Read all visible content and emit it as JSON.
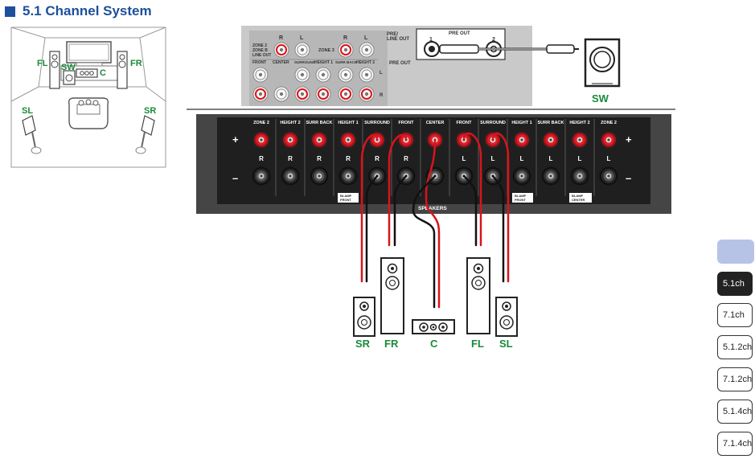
{
  "title": "5.1 Channel System",
  "colors": {
    "accent": "#1d4f9c",
    "speaker_label": "#1a8a3a",
    "red_wire": "#d8141c"
  },
  "room": {
    "labels": {
      "fl": "FL",
      "fr": "FR",
      "sw": "SW",
      "c": "C",
      "sl": "SL",
      "sr": "SR"
    }
  },
  "top_panel": {
    "zone_label": "ZONE 2\nZONE B\nLINE OUT",
    "zone_lines": [
      "ZONE 2",
      "ZONE B",
      "LINE OUT"
    ],
    "zone3": "ZONE 3",
    "r": "R",
    "l": "L",
    "pre_line_out": [
      "PRE/",
      "LINE OUT"
    ],
    "pre_out_right": "PRE OUT",
    "bottom_labels": [
      "FRONT",
      "CENTER",
      "SURROUND",
      "HEIGHT 1",
      "SURR BACK",
      "HEIGHT 2"
    ],
    "pre_out_box": "PRE OUT",
    "pre_out_nums": [
      "1",
      "2"
    ]
  },
  "subwoofer": {
    "label": "SW"
  },
  "speaker_panel": {
    "headers": [
      "ZONE 2",
      "HEIGHT 2",
      "SURR BACK",
      "HEIGHT 1",
      "SURROUND",
      "FRONT",
      "CENTER",
      "FRONT",
      "SURROUND",
      "HEIGHT 1",
      "SURR BACK",
      "HEIGHT 2",
      "ZONE 2"
    ],
    "channels": [
      "R",
      "R",
      "R",
      "R",
      "R",
      "R",
      "",
      "L",
      "L",
      "L",
      "L",
      "L",
      "L"
    ],
    "plus": "+",
    "minus": "–",
    "speakers_label": "SPEAKERS",
    "biamp": [
      "BI-AMP",
      "FRONT"
    ],
    "biamp_left": [
      "BI-AMP",
      "FRONT"
    ],
    "biamp_right": [
      "BI-AMP",
      "CENTER"
    ]
  },
  "speaker_labels": [
    "SR",
    "FR",
    "C",
    "FL",
    "SL"
  ],
  "tabs": [
    {
      "label": "",
      "active": false
    },
    {
      "label": "5.1ch",
      "active": true
    },
    {
      "label": "7.1ch",
      "active": false
    },
    {
      "label": "5.1.2ch",
      "active": false
    },
    {
      "label": "7.1.2ch",
      "active": false
    },
    {
      "label": "5.1.4ch",
      "active": false
    },
    {
      "label": "7.1.4ch",
      "active": false
    }
  ]
}
